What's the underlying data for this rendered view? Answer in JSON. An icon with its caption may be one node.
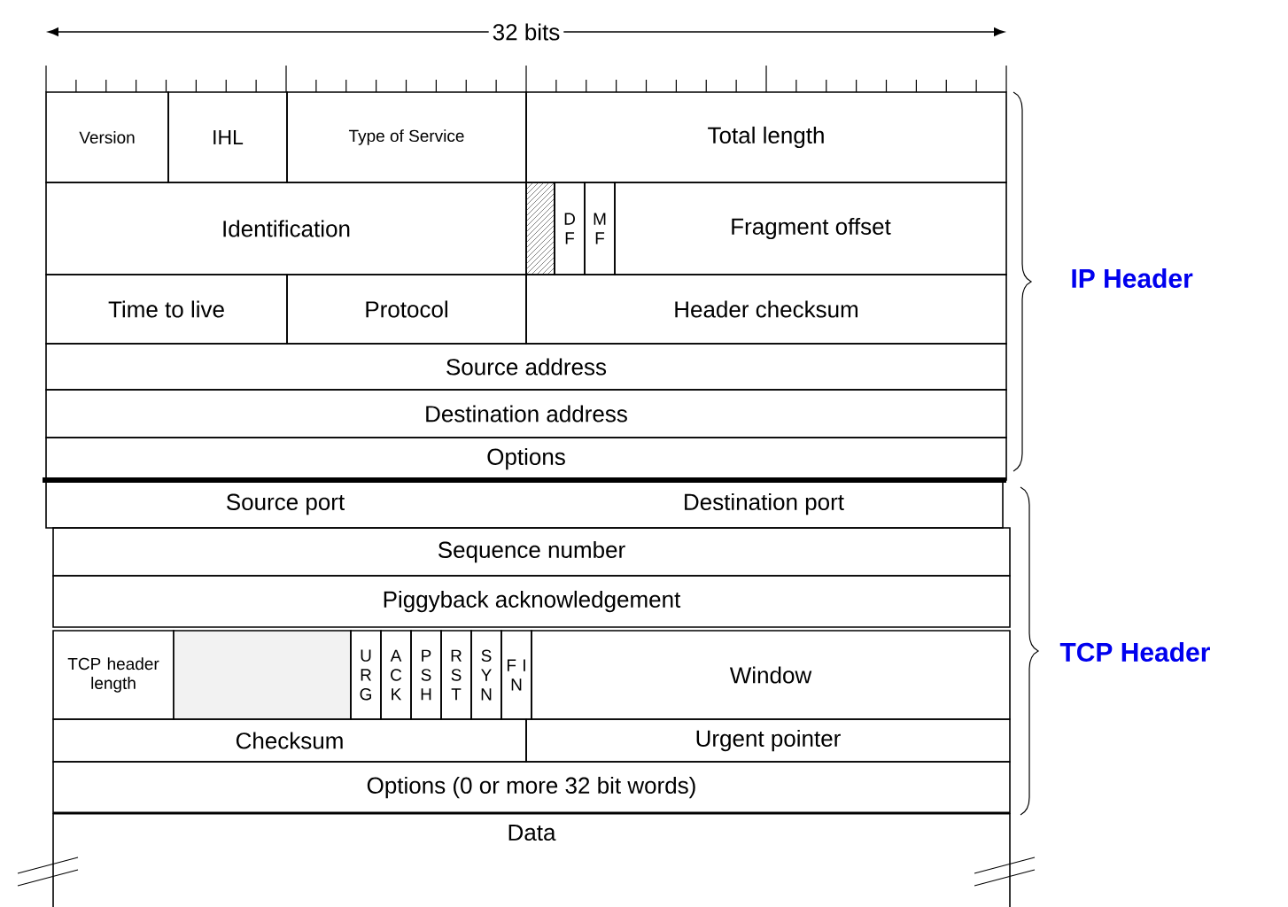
{
  "diagram": {
    "nodes": [
      {
        "text": [
          "Version"
        ]
      },
      {
        "text": [
          "IHL"
        ]
      },
      {
        "text": [
          "Type of Service"
        ]
      },
      {
        "text": [
          "Total length"
        ]
      },
      {
        "text": [
          "Identification"
        ]
      },
      {
        "text": [],
        "shape": "box"
      },
      {
        "text": [
          "D F"
        ]
      },
      {
        "text": [
          "M F"
        ]
      },
      {
        "text": [
          "Fragment offset"
        ]
      },
      {
        "text": [
          "Time to live"
        ]
      },
      {
        "text": [
          "Protocol"
        ]
      },
      {
        "text": [
          "Header checksum"
        ]
      },
      {
        "text": [
          "Source address"
        ]
      },
      {
        "text": [
          "Destination address"
        ]
      },
      {
        "text": [
          "Options"
        ]
      },
      {
        "text": [
          "Source port",
          "Destination port"
        ]
      },
      {
        "text": [
          "Sequence number"
        ]
      },
      {
        "text": [
          "Piggyback acknowledgement"
        ]
      },
      {
        "text": [
          "TCP header length"
        ]
      },
      {
        "text": [],
        "shape": "box"
      },
      {
        "text": [
          "U R G"
        ]
      },
      {
        "text": [
          "A C K"
        ]
      },
      {
        "text": [
          "P S H"
        ]
      },
      {
        "text": [
          "R S T"
        ]
      },
      {
        "text": [
          "S Y N"
        ]
      },
      {
        "text": [
          "F I N"
        ]
      },
      {
        "text": [
          "Window"
        ]
      },
      {
        "text": [
          "Checksum"
        ]
      },
      {
        "text": [
          "Urgent pointer"
        ]
      },
      {
        "text": [
          "Options (0 or more 32 bit words)"
        ]
      },
      {
        "text": [
          "Data"
        ]
      }
    ],
    "labels": [
      "32 bits",
      "IP Header",
      "TCP Header"
    ]
  }
}
